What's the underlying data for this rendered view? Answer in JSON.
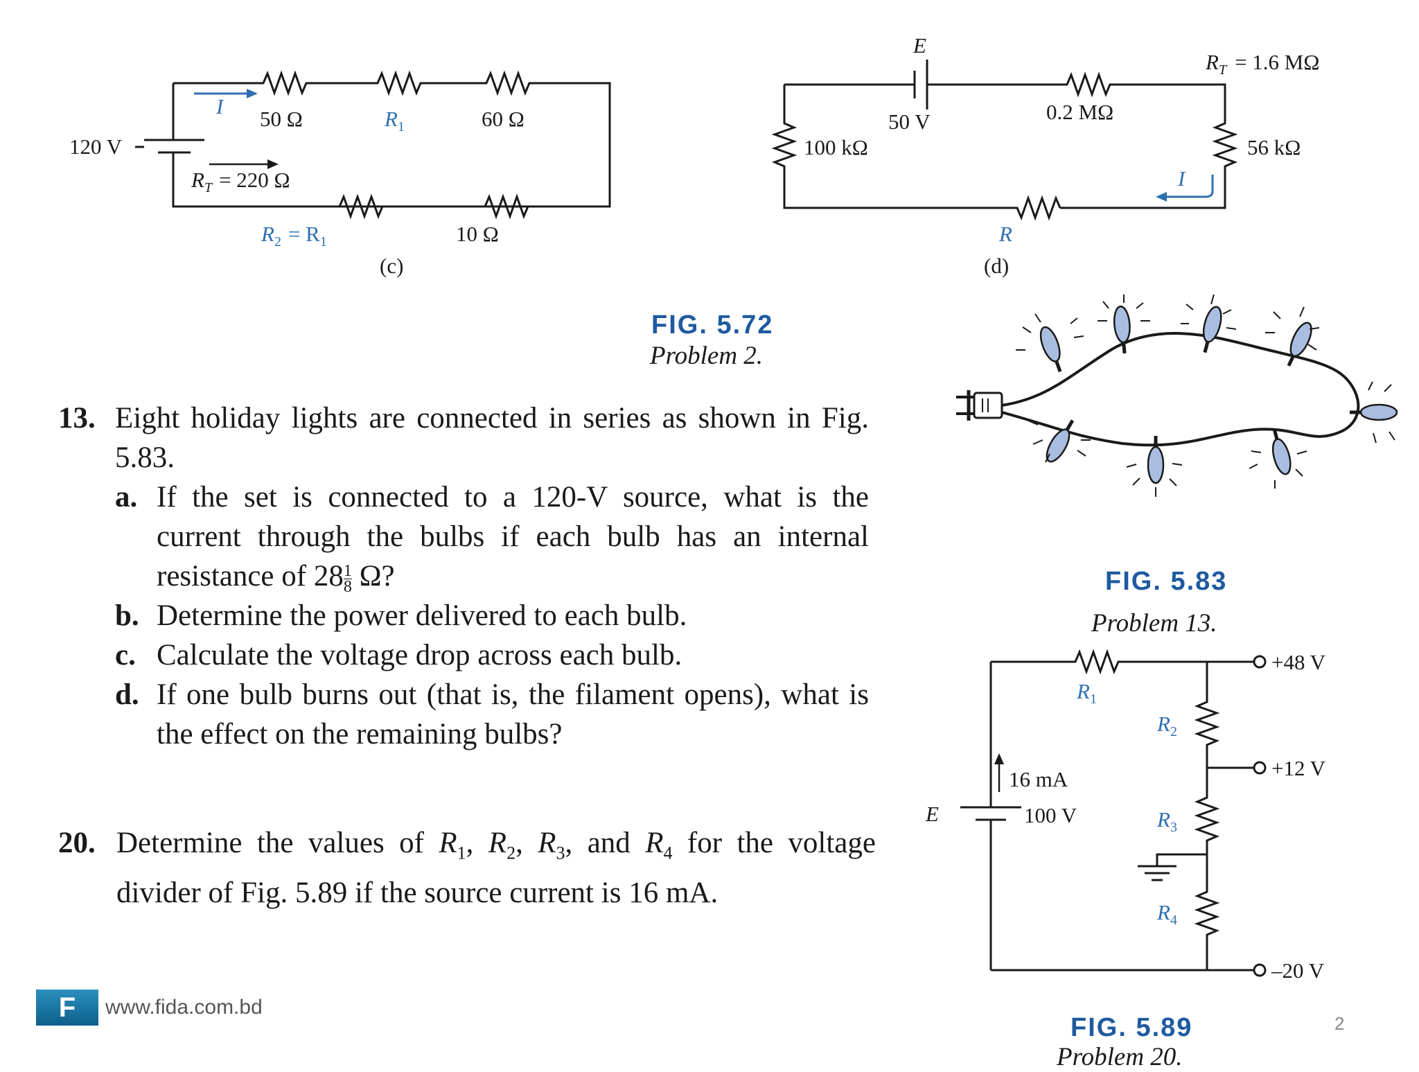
{
  "fig572": {
    "title": "FIG. 5.72",
    "subtitle": "Problem 2.",
    "c": {
      "caption": "(c)",
      "source": "120 V",
      "current": "I",
      "r_top1": "50 Ω",
      "r_top2": "R",
      "r_top2_sub": "1",
      "r_top3": "60 Ω",
      "rt": "R",
      "rt_sub": "T",
      "rt_val": "= 220 Ω",
      "r_bot1": "R",
      "r_bot1_sub": "2",
      "r_bot1_eq": "= R",
      "r_bot1_eq_sub": "1",
      "r_bot2": "10 Ω"
    },
    "d": {
      "caption": "(d)",
      "source_label": "E",
      "source_val": "50 V",
      "r_top": "0.2 MΩ",
      "rt": "R",
      "rt_sub": "T",
      "rt_val": "= 1.6 MΩ",
      "r_left": "100 kΩ",
      "r_right": "56 kΩ",
      "current": "I",
      "r_bottom": "R"
    }
  },
  "fig583": {
    "title": "FIG. 5.83",
    "subtitle": "Problem 13."
  },
  "fig589": {
    "title": "FIG. 5.89",
    "subtitle": "Problem 20.",
    "r1": "R",
    "r1_sub": "1",
    "r2": "R",
    "r2_sub": "2",
    "r3": "R",
    "r3_sub": "3",
    "r4": "R",
    "r4_sub": "4",
    "v1": "+48 V",
    "v2": "+12 V",
    "v3": "–20 V",
    "current": "16 mA",
    "source_label": "E",
    "source_val": "100 V"
  },
  "problem13": {
    "number": "13.",
    "intro": "Eight holiday lights are connected in series as shown in Fig. 5.83.",
    "parts": [
      {
        "label": "a.",
        "text_pre": "If the set is connected to a 120-V source, what is the current through the bulbs if each bulb has an internal resistance of 28",
        "frac_num": "1",
        "frac_den": "8",
        "text_post": " Ω?"
      },
      {
        "label": "b.",
        "text": "Determine the power delivered to each bulb."
      },
      {
        "label": "c.",
        "text": "Calculate the voltage drop across each bulb."
      },
      {
        "label": "d.",
        "text": "If one bulb burns out (that is, the filament opens), what is the effect on the remaining bulbs?"
      }
    ]
  },
  "problem20": {
    "number": "20.",
    "text_pre": "Determine the values of ",
    "r1": "R",
    "s1": "1",
    "r2": "R",
    "s2": "2",
    "r3": "R",
    "s3": "3",
    "r4": "R",
    "s4": "4",
    "text_mid1": ", ",
    "text_mid2": ", and ",
    "text_post": " for the voltage divider of Fig. 5.89 if the source current is 16 mA."
  },
  "footer": {
    "logo": "F",
    "url": "www.fida.com.bd",
    "page": "2"
  }
}
